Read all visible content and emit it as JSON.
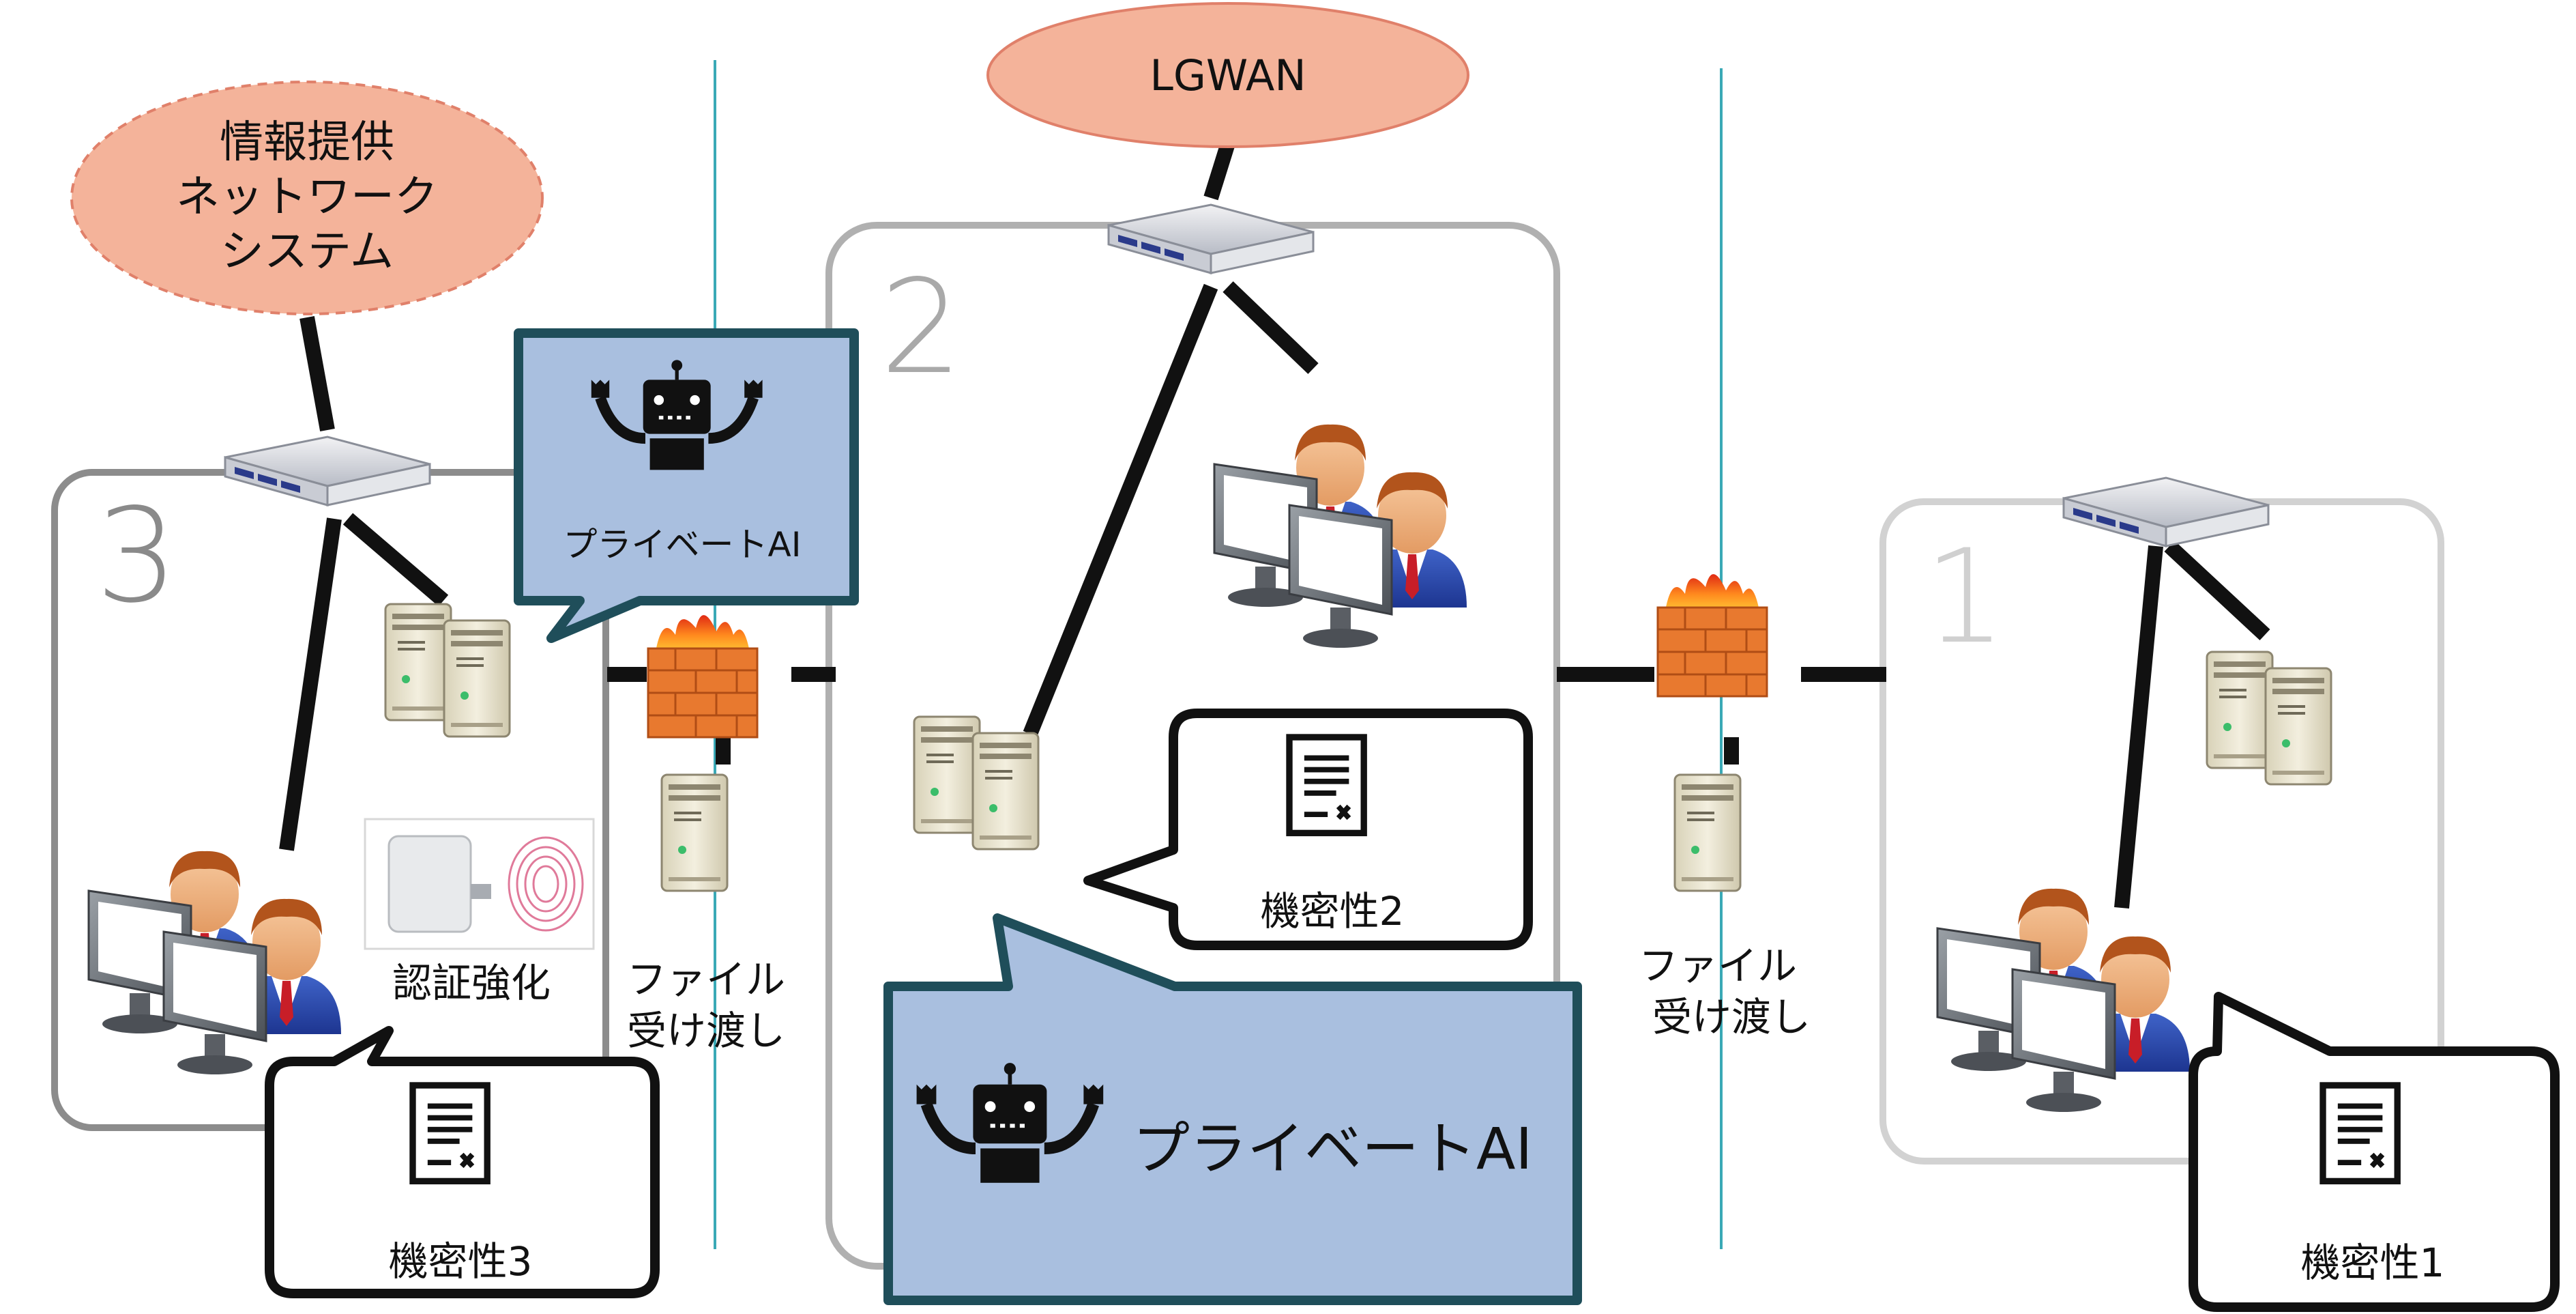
{
  "clouds": {
    "info_network": [
      "情報提供",
      "ネットワーク",
      "システム"
    ],
    "lgwan": "LGWAN"
  },
  "zones": {
    "zone1": "1",
    "zone2": "2",
    "zone3": "3"
  },
  "labels": {
    "auth": "認証強化",
    "file_transfer_left": [
      "ファイル",
      "受け渡し"
    ],
    "file_transfer_right": [
      "ファイル",
      "受け渡し"
    ]
  },
  "callouts": {
    "private_ai_small": "プライベートAI",
    "private_ai_large": "プライベートAI",
    "confidentiality_1": "機密性1",
    "confidentiality_2": "機密性2",
    "confidentiality_3": "機密性3"
  },
  "colors": {
    "cloud_fill": "#f4b39a",
    "cloud_stroke": "#e0806a",
    "callout_blue": "#a9bfdf",
    "callout_border": "#1f4e5a",
    "zone_border_dark": "#888888",
    "zone_border_mid": "#aaaaaa",
    "zone_border_light": "#cccccc",
    "divider": "#3aa9b6",
    "firewall_brick": "#e8792f"
  }
}
